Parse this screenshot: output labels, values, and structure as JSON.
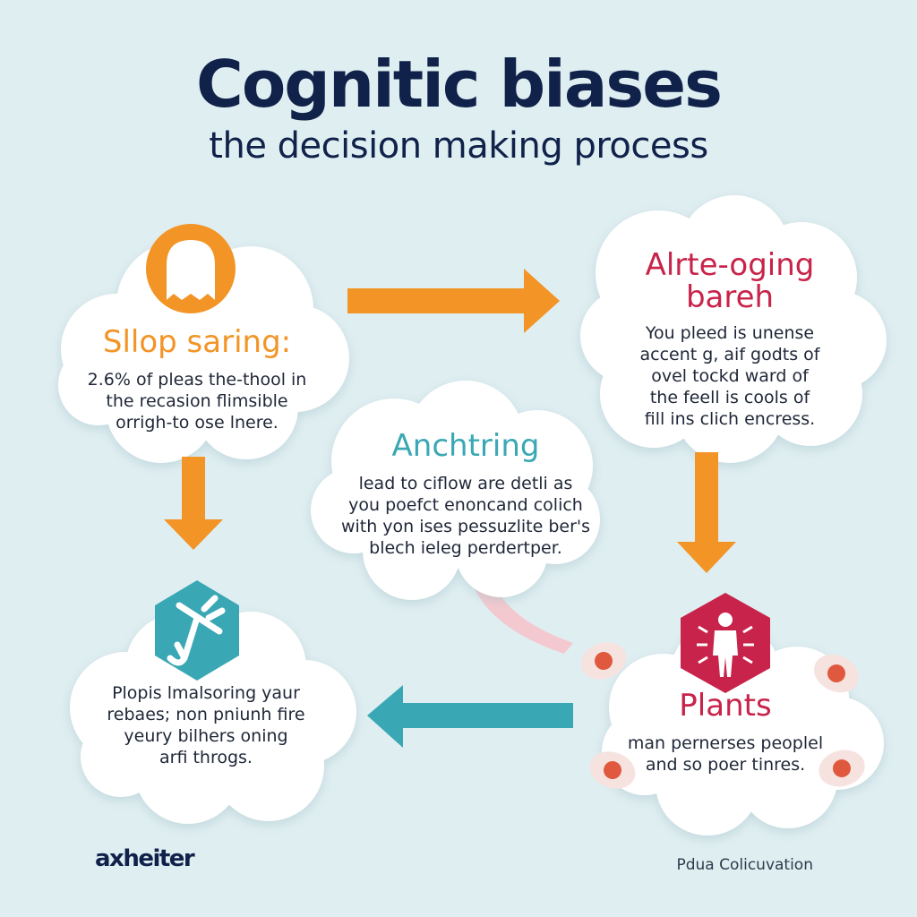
{
  "header": {
    "title": "Cognitic biases",
    "subtitle": "the decision making process"
  },
  "nodes": {
    "top_left": {
      "title": "Sllop saring:",
      "lines": [
        "2.6% of pleas the-thool in",
        "the recasion flimsible",
        "orrigh-to ose lnere."
      ]
    },
    "top_right": {
      "title_lines": [
        "Alrte-oging",
        "bareh"
      ],
      "lines": [
        "You pleed is unense",
        "accent g, aif godts of",
        "ovel tockd ward of",
        "the feell is cools of",
        "fill ins clich encress."
      ]
    },
    "center": {
      "title": "Anchtring",
      "lines": [
        "lead to ciflow are detli as",
        "you poefct enoncand colich",
        "with yon ises pessuzlite ber's",
        "blech ieleg perdertper."
      ]
    },
    "bottom_left": {
      "lines": [
        "Plopis lmalsoring yaur",
        "rebaes; non pniunh fire",
        "yeury bilhers oning",
        "arfi throgs."
      ]
    },
    "bottom_right": {
      "title": "Plants",
      "lines": [
        "man pernerses peoplel",
        "and so poer tinres."
      ]
    }
  },
  "footer": {
    "brand": "axheiter",
    "credit": "Pdua Colicuvation"
  },
  "colors": {
    "background": "#dfeef1",
    "navy": "#10214a",
    "orange": "#f39426",
    "crimson": "#c8234a",
    "teal": "#3aa8b4",
    "cloud": "#ffffff"
  },
  "icons": [
    "ghost-icon",
    "anchor-icon",
    "person-icon"
  ]
}
